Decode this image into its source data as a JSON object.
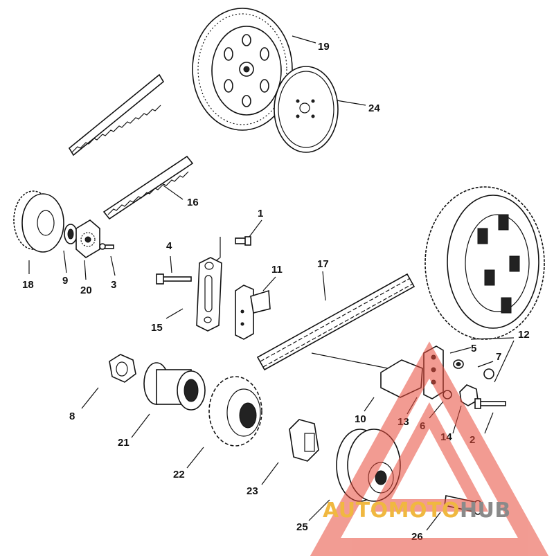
{
  "diagram": {
    "callouts": [
      "1",
      "2",
      "3",
      "4",
      "5",
      "6",
      "7",
      "8",
      "9",
      "10",
      "11",
      "12",
      "13",
      "14",
      "15",
      "16",
      "17",
      "18",
      "19",
      "20",
      "21",
      "22",
      "23",
      "24",
      "25",
      "26"
    ]
  },
  "watermark": {
    "part1": "AUTO",
    "part2": "MOTO",
    "part3": "HUB",
    "colors": {
      "triangle": "#e84a3a",
      "auto": "#f0b840",
      "hub": "#8a8a8a"
    }
  }
}
